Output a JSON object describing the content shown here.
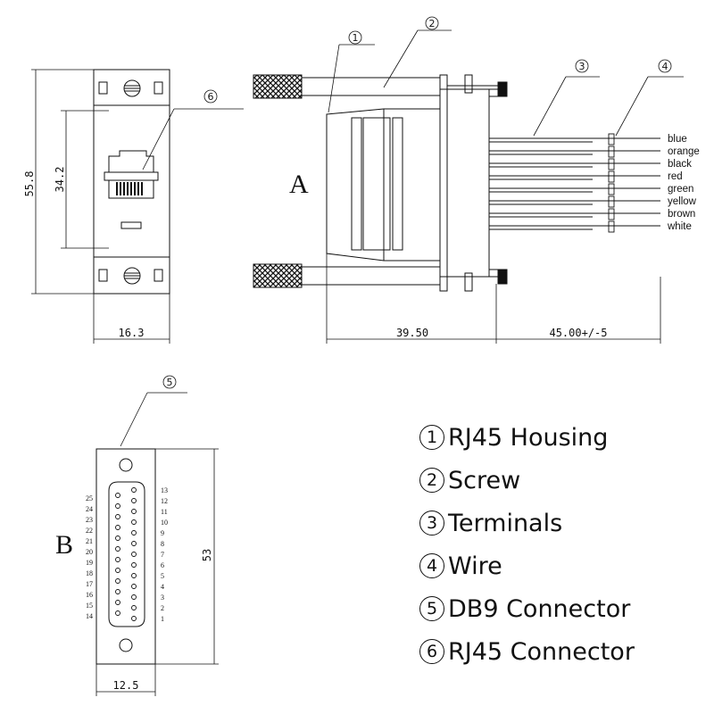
{
  "view_a": {
    "letter": "A"
  },
  "view_b": {
    "letter": "B"
  },
  "dimensions": {
    "plate_height": "55.8",
    "jack_height": "34.2",
    "plate_width": "16.3",
    "housing_length": "39.50",
    "wire_length": "45.00+/-5",
    "db_height": "53",
    "db_width": "12.5"
  },
  "wires": [
    "blue",
    "orange",
    "black",
    "red",
    "green",
    "yellow",
    "brown",
    "white"
  ],
  "callouts": [
    "1",
    "2",
    "3",
    "4",
    "5",
    "6"
  ],
  "pins": {
    "top_row": [
      "13",
      "12",
      "11",
      "10",
      "9",
      "8",
      "7",
      "6",
      "5",
      "4",
      "3",
      "2",
      "1"
    ],
    "bottom_row": [
      "25",
      "24",
      "23",
      "22",
      "21",
      "20",
      "19",
      "18",
      "17",
      "16",
      "15",
      "14"
    ]
  },
  "legend": [
    {
      "num": "1",
      "label": "RJ45 Housing"
    },
    {
      "num": "2",
      "label": "Screw"
    },
    {
      "num": "3",
      "label": "Terminals"
    },
    {
      "num": "4",
      "label": "Wire"
    },
    {
      "num": "5",
      "label": "DB9 Connector"
    },
    {
      "num": "6",
      "label": "RJ45 Connector"
    }
  ]
}
